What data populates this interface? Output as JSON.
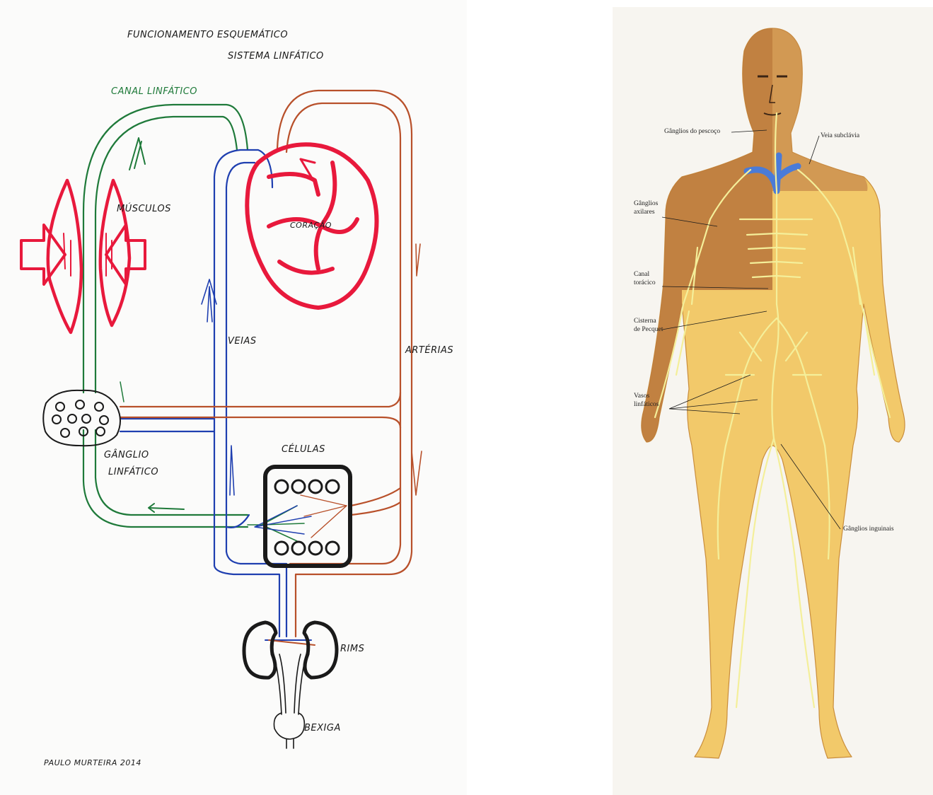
{
  "left_diagram": {
    "title_line1": "FUNCIONAMENTO ESQUEMÁTICO",
    "title_line2": "SISTEMA LINFÁTICO",
    "labels": {
      "canal_linfatico": "CANAL LINFÁTICO",
      "musculos": "MÚSCULOS",
      "coracao": "CORAÇÃO",
      "veias": "VEIAS",
      "arterias": "ARTÉRIAS",
      "celulas": "CÉLULAS",
      "ganglio_line1": "GÂNGLIO",
      "ganglio_line2": "LINFÁTICO",
      "rims": "RIMS",
      "bexiga": "BEXIGA"
    },
    "signature": "PAULO MURTEIRA 2014",
    "colors": {
      "lymph": "#1f7a3a",
      "veins": "#1f3fb0",
      "arteries": "#b8502a",
      "heart": "#e8193c",
      "ink": "#1a1a1a"
    }
  },
  "right_diagram": {
    "labels": {
      "ganglios_pescoco": "Gânglios do pescoço",
      "veia_subclavia": "Veia subclávia",
      "ganglios_axilares": "Gânglios\naxilares",
      "canal_toracico": "Canal\ntorácico",
      "cisterna_pecquet": "Cisterna\nde Pecquet",
      "vasos_linfaticos": "Vasos\nlinfáticos",
      "ganglios_inguinais": "Gânglios inguinais"
    },
    "colors": {
      "skin": "#f2c96a",
      "skin_dark": "#b9743a",
      "vessels": "#f4ef9a",
      "vein": "#4a7bd8"
    }
  }
}
